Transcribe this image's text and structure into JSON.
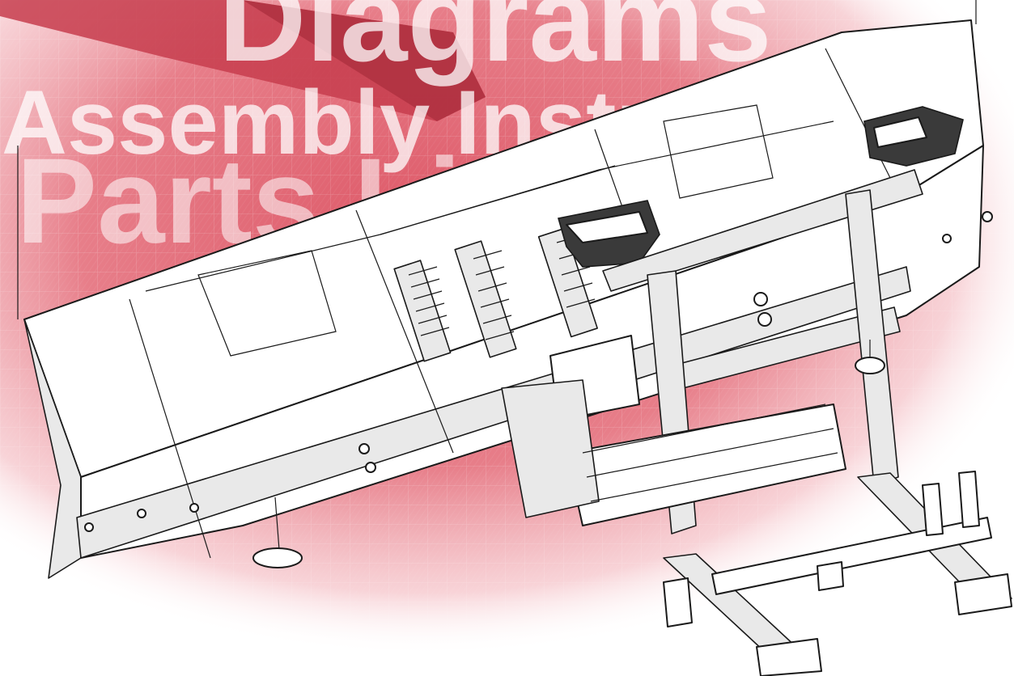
{
  "cover": {
    "word_1": "Diagrams",
    "word_2": "Assembly Instructions",
    "word_3": "Parts Lists"
  },
  "colors": {
    "background_red": "#e46a78",
    "grid_line": "#f6c9cf",
    "line_art": "#1a1a1a",
    "text_overlay": "#ffffff"
  },
  "illustration": {
    "subject": "snow-plow-assembly",
    "icon": "snow-plow-icon"
  }
}
